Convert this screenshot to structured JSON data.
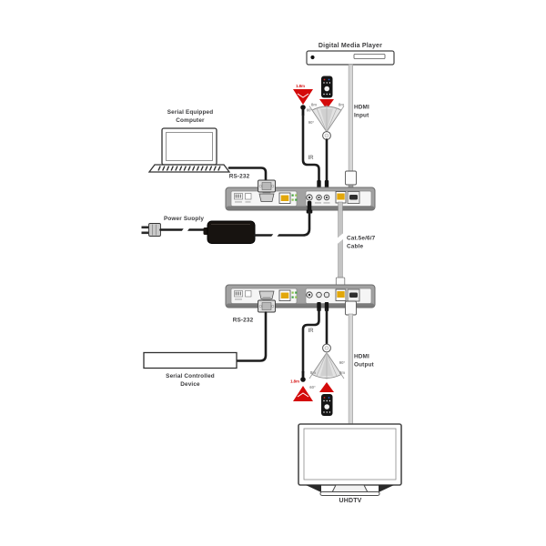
{
  "labels": {
    "media_player": "Digital Media Player",
    "computer_line1": "Serial Equipped",
    "computer_line2": "Computer",
    "rs232_top": "RS-232",
    "rs232_bottom": "RS-232",
    "power_supply": "Power Supply",
    "hdmi_input_line1": "HDMI",
    "hdmi_input_line2": "Input",
    "hdmi_output_line1": "HDMI",
    "hdmi_output_line2": "Output",
    "cat_cable_line1": "Cat.5e/6/7",
    "cat_cable_line2": "Cable",
    "ir_top": "IR",
    "ir_bottom": "IR",
    "serial_device_line1": "Serial Controlled",
    "serial_device_line2": "Device",
    "uhdtv": "UHDTV"
  },
  "ir_top": {
    "emitter_length": "1.8m",
    "emitter_angle": "60°",
    "range_left": "8m",
    "range_right": "8m",
    "receive_angle": "90°"
  },
  "ir_bottom": {
    "emitter_length": "1.8m",
    "emitter_angle": "60°",
    "range_left": "8m",
    "range_right": "8m",
    "receive_angle": "90°"
  },
  "colors": {
    "ir_red": "#d40a0a",
    "label_dark": "#3b3b3d",
    "annotation_gray": "#8f8f8f",
    "unit_gray": "#a2a2a2",
    "rj45_yellow": "#e2a70a",
    "led_green": "#3fa03f",
    "hdmi_cable_gray": "#d6d6d6",
    "cat_cable_gray": "#c4c4c4"
  }
}
